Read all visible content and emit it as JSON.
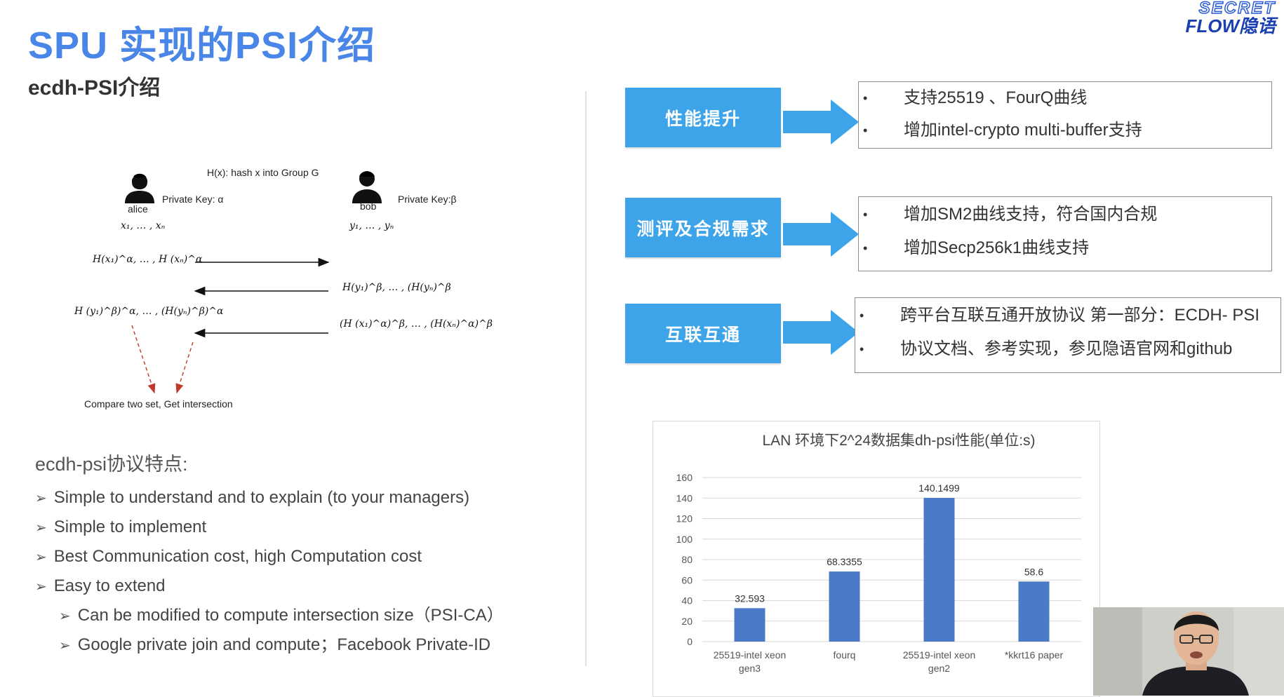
{
  "slide": {
    "title": "SPU 实现的PSI介绍",
    "subtitle": "ecdh-PSI介绍",
    "logo_line1": "SECRET",
    "logo_line2": "FLOW隐语"
  },
  "diagram": {
    "hash_note": "H(x):  hash x into Group G",
    "alice_label": "alice",
    "bob_label": "bob",
    "alice_key": "Private Key: α",
    "bob_key": "Private Key:β",
    "alice_set": "x₁, … , xₙ",
    "bob_set": "y₁, … , yₙ",
    "msg1": "H(x₁)^α, … , H (xₙ)^α",
    "msg2": "H(y₁)^β, … , (H(yₙ)^β",
    "msg3_left": "H (y₁)^β)^α, … , (H(yₙ)^β)^α",
    "msg3_right": "(H (x₁)^α)^β, … , (H(xₙ)^α)^β",
    "compare": "Compare two set, Get intersection"
  },
  "features": {
    "heading": "ecdh-psi协议特点:",
    "items": [
      "Simple to understand and to explain (to your managers)",
      "Simple to implement",
      "Best Communication cost, high Computation cost",
      "Easy to extend",
      "Can be modified to compute intersection size（PSI-CA）",
      "Google private join and compute；Facebook Private-ID"
    ],
    "arrow": "➢"
  },
  "rows": [
    {
      "label": "性能提升",
      "bullets": [
        "支持25519 、FourQ曲线",
        "增加intel-crypto multi-buffer支持"
      ]
    },
    {
      "label": "测评及合规需求",
      "bullets": [
        "增加SM2曲线支持，符合国内合规",
        "增加Secp256k1曲线支持"
      ]
    },
    {
      "label": "互联互通",
      "bullets": [
        "跨平台互联互通开放协议 第一部分：ECDH- PSI",
        "协议文档、参考实现，参见隐语官网和github"
      ]
    }
  ],
  "bullet_dot": "•",
  "colors": {
    "title": "#4a86e8",
    "box": "#3da4ea",
    "bar": "#4a7ac8"
  },
  "chart_data": {
    "type": "bar",
    "title": "LAN 环境下2^24数据集dh-psi性能(单位:s)",
    "categories": [
      "25519-intel xeon gen3",
      "fourq",
      "25519-intel xeon gen2",
      "*kkrt16 paper"
    ],
    "category_lines": [
      [
        "25519-intel xeon",
        "gen3"
      ],
      [
        "fourq"
      ],
      [
        "25519-intel xeon",
        "gen2"
      ],
      [
        "*kkrt16 paper"
      ]
    ],
    "values": [
      32.593,
      68.3355,
      140.1499,
      58.6
    ],
    "value_labels": [
      "32.593",
      "68.3355",
      "140.1499",
      "58.6"
    ],
    "yticks": [
      0,
      20,
      40,
      60,
      80,
      100,
      120,
      140,
      160
    ],
    "ylim": [
      0,
      160
    ],
    "grid": true
  }
}
